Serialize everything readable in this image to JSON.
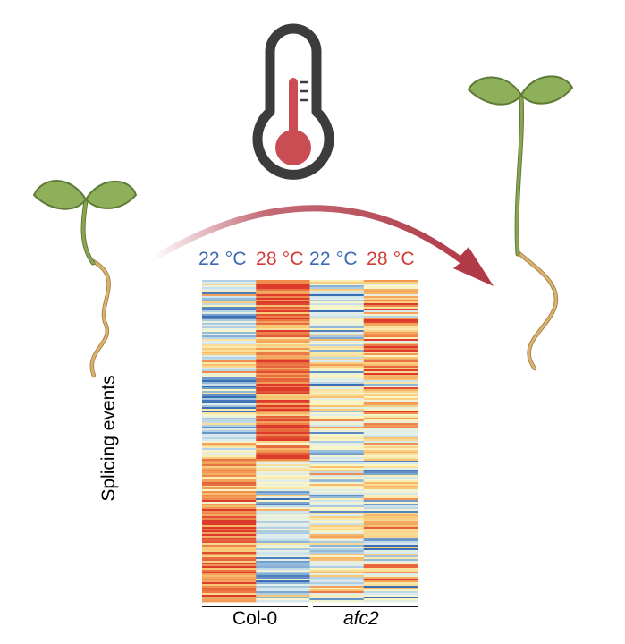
{
  "colors": {
    "cold": "#3a6ab3",
    "hot": "#d23b36",
    "stem": "#8aa654",
    "leaf": "#8fb05a",
    "root": "#d9b06b",
    "thermo_body": "#3c3c3c",
    "thermo_fluid": "#c94d52",
    "arrow": "#b03a48"
  },
  "icons": {
    "thermometer": "thermometer-icon",
    "small_seedling": "seedling-icon",
    "tall_seedling": "seedling-icon",
    "arrow": "curved-arrow-icon"
  },
  "chart_data": {
    "type": "heatmap",
    "columns": [
      {
        "label": "22 °C",
        "color": "#3a6ab3"
      },
      {
        "label": "28 °C",
        "color": "#d23b36"
      },
      {
        "label": "22 °C",
        "color": "#3a6ab3"
      },
      {
        "label": "28 °C",
        "color": "#d23b36"
      }
    ],
    "groups": [
      {
        "label": "Col-0",
        "columns": [
          0,
          1
        ]
      },
      {
        "label": "afc2",
        "columns": [
          2,
          3
        ],
        "italic": true
      }
    ],
    "ylabel": "Splicing events",
    "row_count": 180,
    "colorscale": [
      "#3a6eb5",
      "#8fb7d9",
      "#dcecef",
      "#fbf6c3",
      "#f9c773",
      "#f08c4e",
      "#dc3b2b"
    ],
    "segments": [
      [
        [
          0.0,
          0.05,
          0.35,
          0.85,
          0.55
        ],
        [
          0.05,
          0.1,
          0.15,
          0.9,
          0.6
        ],
        [
          0.1,
          0.18,
          0.3,
          0.8,
          0.45
        ],
        [
          0.18,
          0.22,
          0.45,
          0.7,
          0.35
        ],
        [
          0.22,
          0.3,
          0.55,
          0.9,
          0.55
        ],
        [
          0.3,
          0.34,
          0.1,
          0.95,
          0.4
        ],
        [
          0.34,
          0.4,
          0.25,
          0.9,
          0.6
        ],
        [
          0.4,
          0.46,
          0.35,
          0.85,
          0.45
        ],
        [
          0.46,
          0.5,
          0.25,
          0.9,
          0.3
        ],
        [
          0.5,
          0.56,
          0.55,
          0.8,
          0.55
        ],
        [
          0.56,
          0.62,
          0.75,
          0.45,
          0.5
        ],
        [
          0.62,
          0.68,
          0.85,
          0.4,
          0.45
        ],
        [
          0.68,
          0.72,
          0.8,
          0.3,
          0.6
        ],
        [
          0.72,
          0.8,
          0.9,
          0.35,
          0.4
        ],
        [
          0.8,
          0.88,
          0.8,
          0.25,
          0.55
        ],
        [
          0.88,
          0.95,
          0.9,
          0.3,
          0.45
        ],
        [
          0.95,
          1.0,
          0.8,
          0.35,
          0.5
        ]
      ],
      [
        [
          0.0,
          0.05,
          0.4,
          0.65,
          0.6
        ],
        [
          0.05,
          0.1,
          0.35,
          0.8,
          0.55
        ],
        [
          0.1,
          0.18,
          0.3,
          0.65,
          0.5
        ],
        [
          0.18,
          0.22,
          0.4,
          0.8,
          0.55
        ],
        [
          0.22,
          0.3,
          0.45,
          0.7,
          0.5
        ],
        [
          0.3,
          0.34,
          0.3,
          0.5,
          0.6
        ],
        [
          0.34,
          0.4,
          0.55,
          0.6,
          0.4
        ],
        [
          0.4,
          0.46,
          0.45,
          0.75,
          0.5
        ],
        [
          0.46,
          0.5,
          0.4,
          0.45,
          0.6
        ],
        [
          0.5,
          0.56,
          0.3,
          0.6,
          0.35
        ],
        [
          0.56,
          0.62,
          0.45,
          0.35,
          0.6
        ],
        [
          0.62,
          0.68,
          0.35,
          0.55,
          0.45
        ],
        [
          0.68,
          0.72,
          0.4,
          0.25,
          0.65
        ],
        [
          0.72,
          0.8,
          0.45,
          0.6,
          0.4
        ],
        [
          0.8,
          0.88,
          0.35,
          0.3,
          0.6
        ],
        [
          0.88,
          0.95,
          0.4,
          0.65,
          0.45
        ],
        [
          0.95,
          1.0,
          0.45,
          0.35,
          0.55
        ]
      ]
    ]
  }
}
